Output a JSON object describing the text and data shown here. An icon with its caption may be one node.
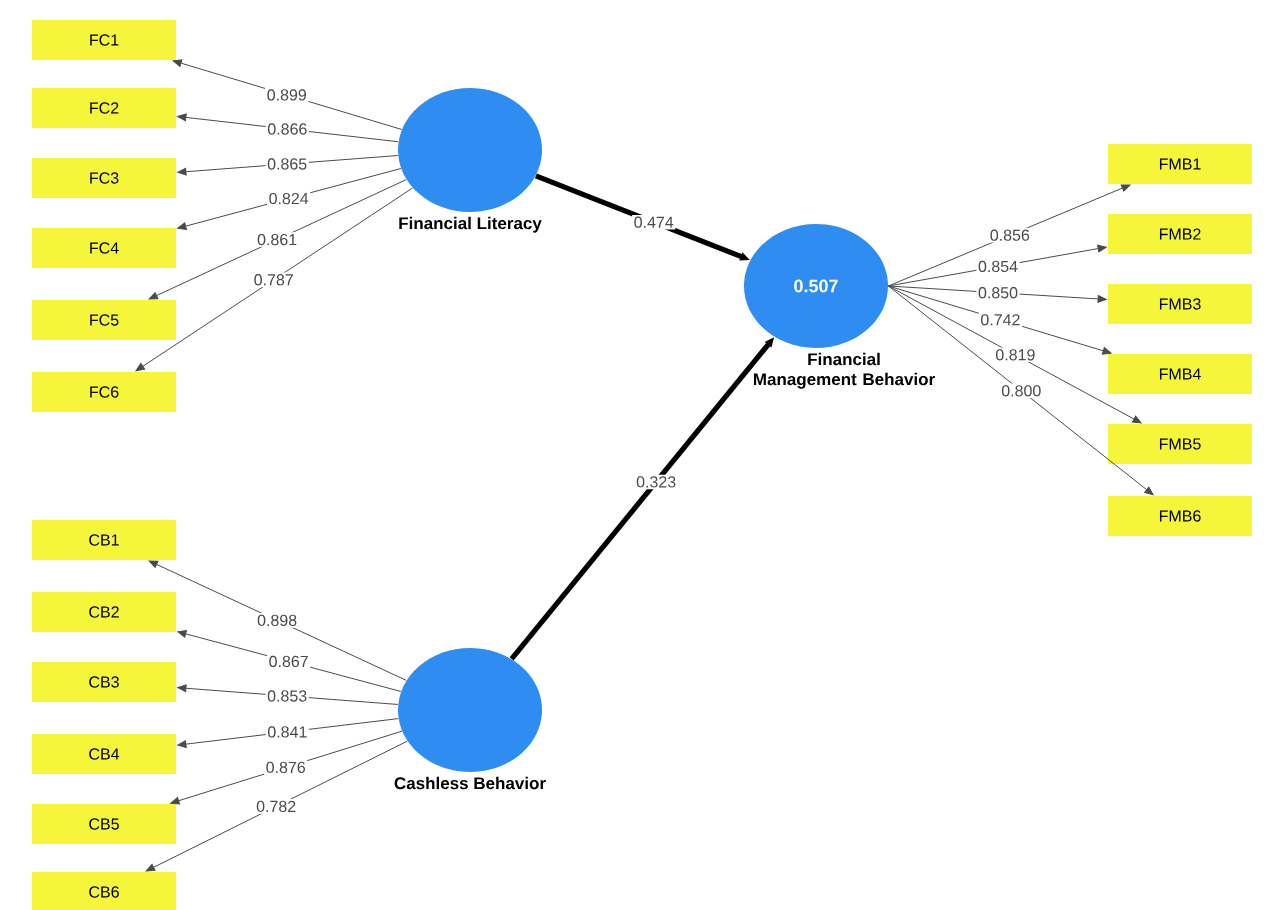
{
  "diagram": {
    "nodes": [
      {
        "text": [
          "FC1"
        ]
      },
      {
        "text": [
          "FC2"
        ]
      },
      {
        "text": [
          "FC3"
        ]
      },
      {
        "text": [
          "FC4"
        ]
      },
      {
        "text": [
          "FC5"
        ]
      },
      {
        "text": [
          "FC6"
        ]
      },
      {
        "text": [
          "Financial Literacy"
        ]
      },
      {
        "text": [
          "0.507",
          "Financial Management Behavior"
        ]
      },
      {
        "text": [
          "FMB1"
        ]
      },
      {
        "text": [
          "FMB2"
        ]
      },
      {
        "text": [
          "FMB3"
        ]
      },
      {
        "text": [
          "FMB4"
        ]
      },
      {
        "text": [
          "FMB5"
        ]
      },
      {
        "text": [
          "FMB6"
        ]
      },
      {
        "text": [
          "CB1"
        ]
      },
      {
        "text": [
          "CB2"
        ]
      },
      {
        "text": [
          "CB3"
        ]
      },
      {
        "text": [
          "CB4"
        ]
      },
      {
        "text": [
          "CB5"
        ]
      },
      {
        "text": [
          "CB6"
        ]
      },
      {
        "text": [
          "Cashless Behavior"
        ]
      }
    ],
    "edges": [
      {
        "from": 6,
        "to": 0,
        "arrow": "to",
        "label": "0.899"
      },
      {
        "from": 6,
        "to": 1,
        "arrow": "to",
        "label": "0.866"
      },
      {
        "from": 6,
        "to": 2,
        "arrow": "to",
        "label": "0.865"
      },
      {
        "from": 6,
        "to": 3,
        "arrow": "to",
        "label": "0.824"
      },
      {
        "from": 6,
        "to": 4,
        "arrow": "to",
        "label": "0.861"
      },
      {
        "from": 6,
        "to": 5,
        "arrow": "to",
        "label": "0.787"
      },
      {
        "from": 6,
        "to": 7,
        "arrow": "to",
        "label": "0.474",
        "style": "thick"
      },
      {
        "from": 7,
        "to": 8,
        "arrow": "to",
        "label": "0.856"
      },
      {
        "from": 7,
        "to": 9,
        "arrow": "to",
        "label": "0.854"
      },
      {
        "from": 7,
        "to": 10,
        "arrow": "to",
        "label": "0.850"
      },
      {
        "from": 7,
        "to": 11,
        "arrow": "to",
        "label": "0.742"
      },
      {
        "from": 7,
        "to": 12,
        "arrow": "to",
        "label": "0.819"
      },
      {
        "from": 7,
        "to": 13,
        "arrow": "to",
        "label": "0.800"
      },
      {
        "from": 20,
        "to": 14,
        "arrow": "to",
        "label": "0.898"
      },
      {
        "from": 20,
        "to": 15,
        "arrow": "to",
        "label": "0.867"
      },
      {
        "from": 20,
        "to": 16,
        "arrow": "to",
        "label": "0.853"
      },
      {
        "from": 20,
        "to": 17,
        "arrow": "to",
        "label": "0.841"
      },
      {
        "from": 20,
        "to": 18,
        "arrow": "to",
        "label": "0.876"
      },
      {
        "from": 20,
        "to": 19,
        "arrow": "to",
        "label": "0.782"
      },
      {
        "from": 20,
        "to": 7,
        "arrow": "to",
        "label": "0.323",
        "style": "thick"
      }
    ]
  }
}
